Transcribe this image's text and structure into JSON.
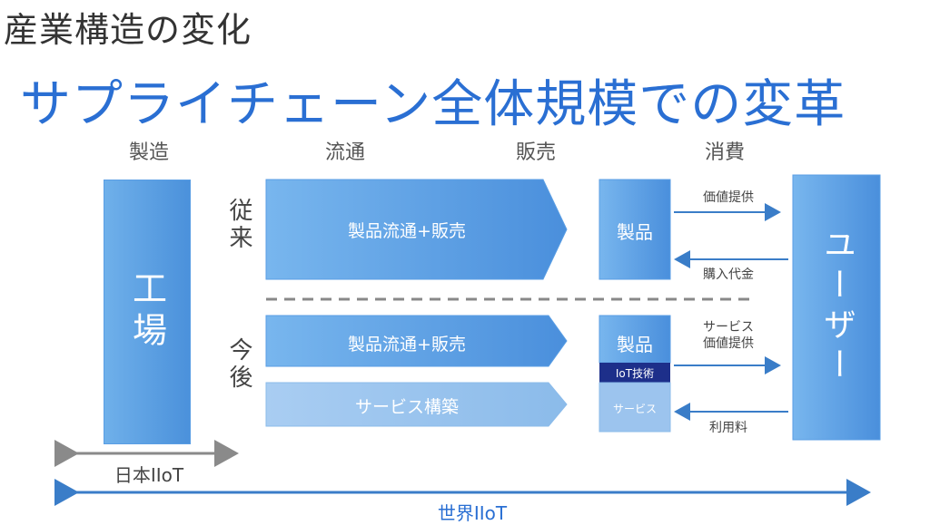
{
  "title": "産業構造の変化",
  "subtitle": "サプライチェーン全体規模での変革",
  "columns": [
    "製造",
    "流通",
    "販売",
    "消費"
  ],
  "factory": "工場",
  "user": "ユーザー",
  "rows": {
    "current_label": "従来",
    "future_label": "今後"
  },
  "current": {
    "distribution_sales": "製品流通+販売",
    "product": "製品",
    "arrow_right": "価値提供",
    "arrow_left": "購入代金"
  },
  "future": {
    "distribution_sales": "製品流通+販売",
    "service_build": "サービス構築",
    "product": "製品",
    "iot_tech": "IoT技術",
    "service": "サービス",
    "arrow_right": "サービス\n価値提供",
    "arrow_left": "利用料"
  },
  "bottom": {
    "japan": "日本IIoT",
    "world": "世界IIoT"
  }
}
